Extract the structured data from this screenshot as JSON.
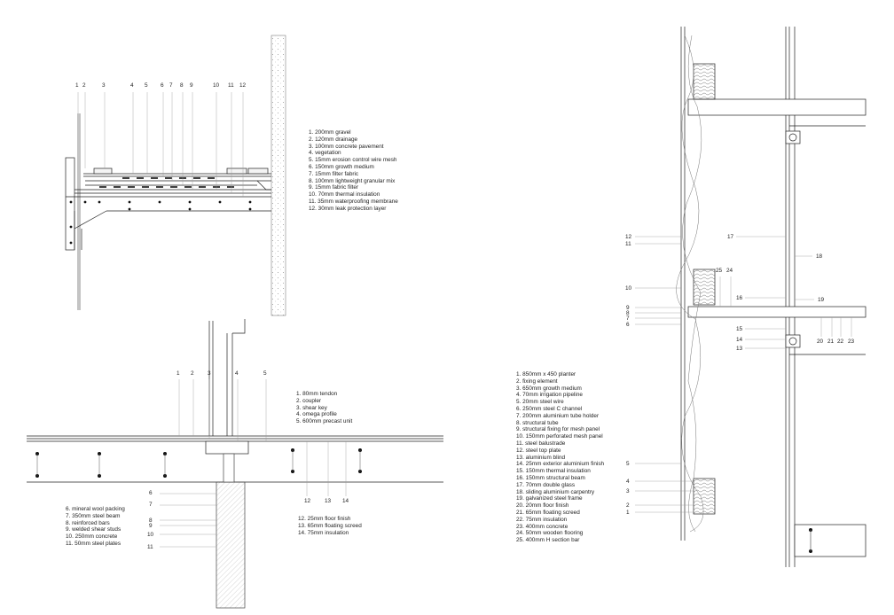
{
  "roof_detail": {
    "callouts": [
      "1",
      "2",
      "3",
      "4",
      "5",
      "6",
      "7",
      "8",
      "9",
      "10",
      "11",
      "12"
    ],
    "legend": [
      "1. 200mm gravel",
      "2. 120mm drainage",
      "3. 100mm concrete pavement",
      "4. vegetation",
      "5. 15mm erosion control wire mesh",
      "6. 150mm growth medium",
      "7. 15mm filter fabric",
      "8. 100mm lightweight granular mix",
      "9. 15mm fabric filter",
      "10. 70mm thermal insulation",
      "11. 35mm waterproofing membrane",
      "12. 30mm leak protection layer"
    ]
  },
  "floor_detail": {
    "top_callouts": [
      "1",
      "2",
      "3",
      "4",
      "5"
    ],
    "top_legend": [
      "1. 80mm tendon",
      "2. coupler",
      "3. shear key",
      "4. omega profile",
      "5. 600mm precast unit"
    ],
    "left_callouts": [
      "6",
      "7",
      "8",
      "9",
      "10",
      "11"
    ],
    "left_legend": [
      "6. mineral wool packing",
      "7. 350mm steel beam",
      "8. reinforced bars",
      "9. welded shear studs",
      "10. 250mm concrete",
      "11. 50mm steel plates"
    ],
    "right_callouts": [
      "12",
      "13",
      "14"
    ],
    "right_legend": [
      "12. 25mm floor finish",
      "13. 65mm floating screed",
      "14. 75mm insulation"
    ]
  },
  "facade_detail": {
    "legend": [
      "1. 850mm x 450  planter",
      "2. fixing element",
      "3. 650mm growth medium",
      "4. 70mm irrigation pipeline",
      "5. 20mm steel wire",
      "6. 250mm steel C channel",
      "7. 200mm aluminium tube holder",
      "8. structural tube",
      "9. structural fixing for mesh panel",
      "10. 150mm perforated mesh panel",
      "11. steel balustrade",
      "12. steel top plate",
      "13. aluminium blind",
      "14. 25mm exterior aluminium finish",
      "15. 150mm thermal insulation",
      "16. 150mm structural beam",
      "17. 70mm double glass",
      "18. sliding aluminium carpentry",
      "19. galvanized steel frame",
      "20. 20mm floor finish",
      "21. 65mm floating screed",
      "22. 75mm insulation",
      "23. 400mm concrete",
      "24. 50mm wooden flooring",
      "25. 400mm H section bar"
    ],
    "callouts": [
      "12",
      "11",
      "10",
      "9",
      "8",
      "7",
      "6",
      "5",
      "4",
      "3",
      "2",
      "1",
      "17",
      "18",
      "25",
      "24",
      "16",
      "19",
      "15",
      "14",
      "13",
      "20",
      "21",
      "22",
      "23"
    ]
  }
}
